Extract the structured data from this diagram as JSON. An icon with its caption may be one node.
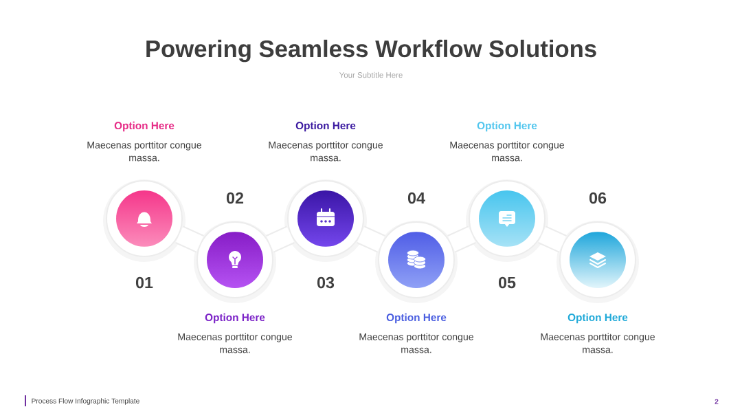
{
  "diagram": {
    "title": "Powering Seamless Workflow Solutions",
    "nodes": [
      {
        "text": [],
        "shape": "circle",
        "beside": [
          "Option Here",
          "Maecenas porttitor congue massa.",
          "01"
        ]
      },
      {
        "text": [],
        "shape": "circle",
        "beside": [
          "Option Here",
          "Maecenas porttitor congue massa.",
          "02"
        ]
      },
      {
        "text": [],
        "shape": "circle",
        "beside": [
          "Option Here",
          "Maecenas porttitor congue massa.",
          "03"
        ]
      },
      {
        "text": [],
        "shape": "circle",
        "beside": [
          "Option Here",
          "Maecenas porttitor congue massa.",
          "04"
        ]
      },
      {
        "text": [],
        "shape": "circle",
        "beside": [
          "Option Here",
          "Maecenas porttitor congue massa.",
          "05"
        ]
      },
      {
        "text": [],
        "shape": "circle",
        "beside": [
          "Option Here",
          "Maecenas porttitor congue massa.",
          "06"
        ]
      }
    ],
    "edges": [
      {
        "from": 0,
        "to": 1,
        "arrow": "none"
      },
      {
        "from": 1,
        "to": 2,
        "arrow": "none"
      },
      {
        "from": 2,
        "to": 3,
        "arrow": "none"
      },
      {
        "from": 3,
        "to": 4,
        "arrow": "none"
      },
      {
        "from": 4,
        "to": 5,
        "arrow": "none"
      }
    ],
    "labels": [
      "Your Subtitle Here",
      "Process Flow Infographic Template",
      "2"
    ]
  }
}
